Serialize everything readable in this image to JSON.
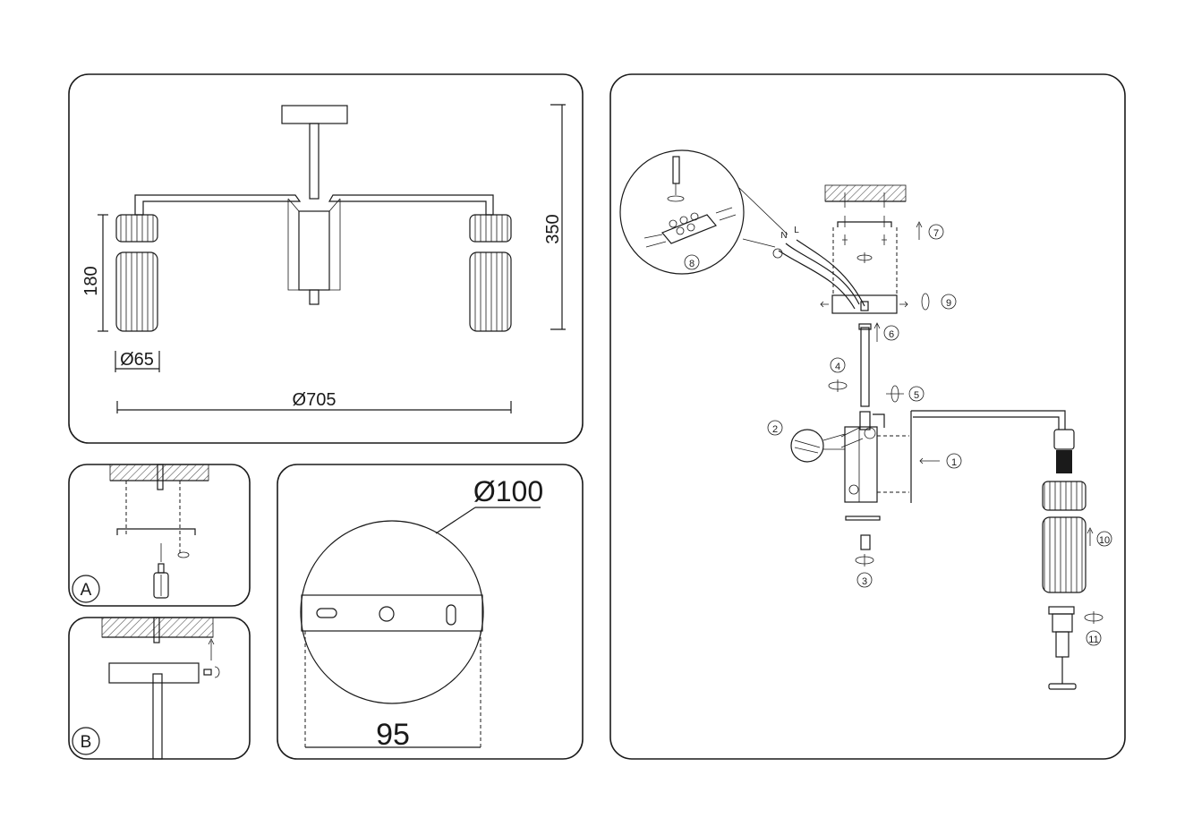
{
  "dimensions": {
    "total_height": "350",
    "shade_height": "180",
    "shade_diameter": "Ø65",
    "span_diameter": "Ø705",
    "canopy_diameter": "Ø100",
    "plate_width": "95"
  },
  "detail_labels": {
    "a": "A",
    "b": "B"
  },
  "steps": [
    "1",
    "2",
    "3",
    "4",
    "5",
    "6",
    "7",
    "8",
    "9",
    "10",
    "11"
  ],
  "wire_labels": {
    "neutral": "N",
    "live": "L"
  },
  "colors": {
    "line": "#1a1a1a",
    "background": "#ffffff",
    "hatch": "#555555"
  }
}
